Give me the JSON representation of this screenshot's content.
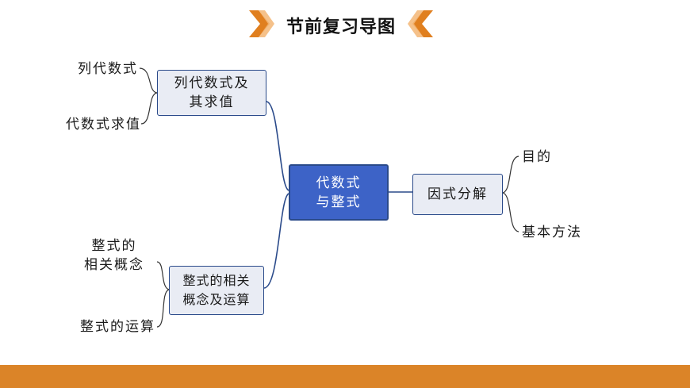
{
  "title": "节前复习导图",
  "colors": {
    "accent_orange": "#db8428",
    "center_fill": "#3d63c7",
    "node_fill": "#e9ecf4",
    "line_dark": "#2a4a8a"
  },
  "center": {
    "label": "代数式\n与整式"
  },
  "branches": {
    "top_left": {
      "label": "列代数式及\n其求值",
      "leaves": [
        "列代数式",
        "代数式求值"
      ]
    },
    "bottom_left": {
      "label": "整式的相关\n概念及运算",
      "leaves": [
        "整式的\n相关概念",
        "整式的运算"
      ]
    },
    "right": {
      "label": "因式分解",
      "leaves": [
        "目的",
        "基本方法"
      ]
    }
  }
}
